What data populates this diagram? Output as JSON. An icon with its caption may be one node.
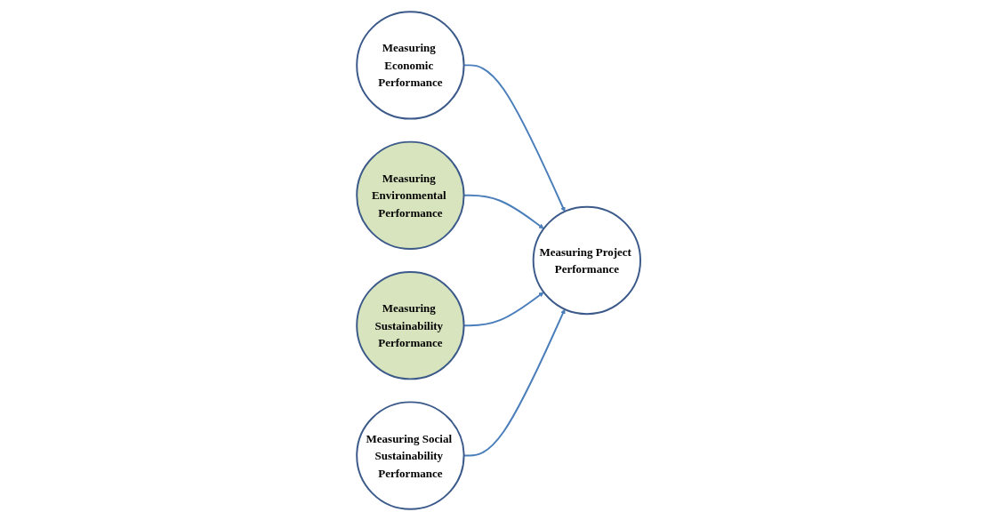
{
  "diagram": {
    "nodes": [
      {
        "text": [
          "Measuring Economic Performance"
        ]
      },
      {
        "text": [
          "Measuring Environmental Performance"
        ]
      },
      {
        "text": [
          "Measuring Project Performance"
        ]
      },
      {
        "text": [
          "Measuring Sustainability Performance"
        ]
      },
      {
        "text": [
          "Measuring Social Sustainability Performance"
        ]
      }
    ],
    "edges": [
      {
        "from": 0,
        "to": 2,
        "arrow": "to"
      },
      {
        "from": 1,
        "to": 2,
        "arrow": "to"
      },
      {
        "from": 3,
        "to": 2,
        "arrow": "to"
      },
      {
        "from": 4,
        "to": 2,
        "arrow": "to"
      }
    ]
  }
}
